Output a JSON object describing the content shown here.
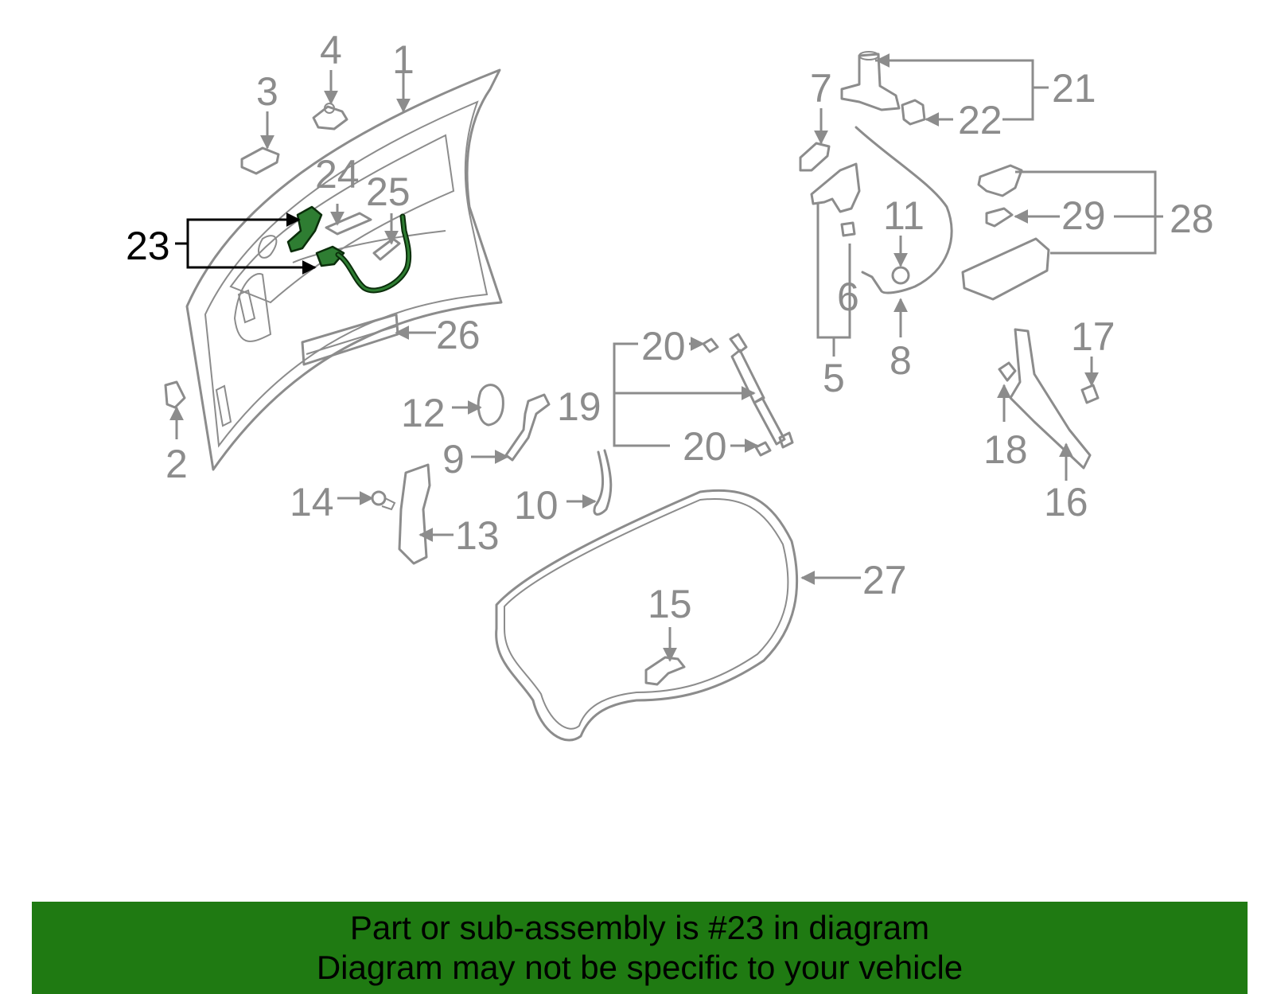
{
  "diagram": {
    "highlighted_part": "23",
    "callouts": [
      "1",
      "2",
      "3",
      "4",
      "5",
      "6",
      "7",
      "8",
      "9",
      "10",
      "11",
      "12",
      "13",
      "14",
      "15",
      "16",
      "17",
      "18",
      "19",
      "20",
      "20",
      "21",
      "22",
      "23",
      "24",
      "25",
      "26",
      "27",
      "28",
      "29"
    ],
    "colors": {
      "part_stroke": "#8c8c8c",
      "highlight_fill": "#2e7d32",
      "banner_bg": "#1f7a12"
    }
  },
  "banner": {
    "line1": "Part or sub-assembly is #23 in diagram",
    "line2": "Diagram may not be specific to your vehicle"
  }
}
